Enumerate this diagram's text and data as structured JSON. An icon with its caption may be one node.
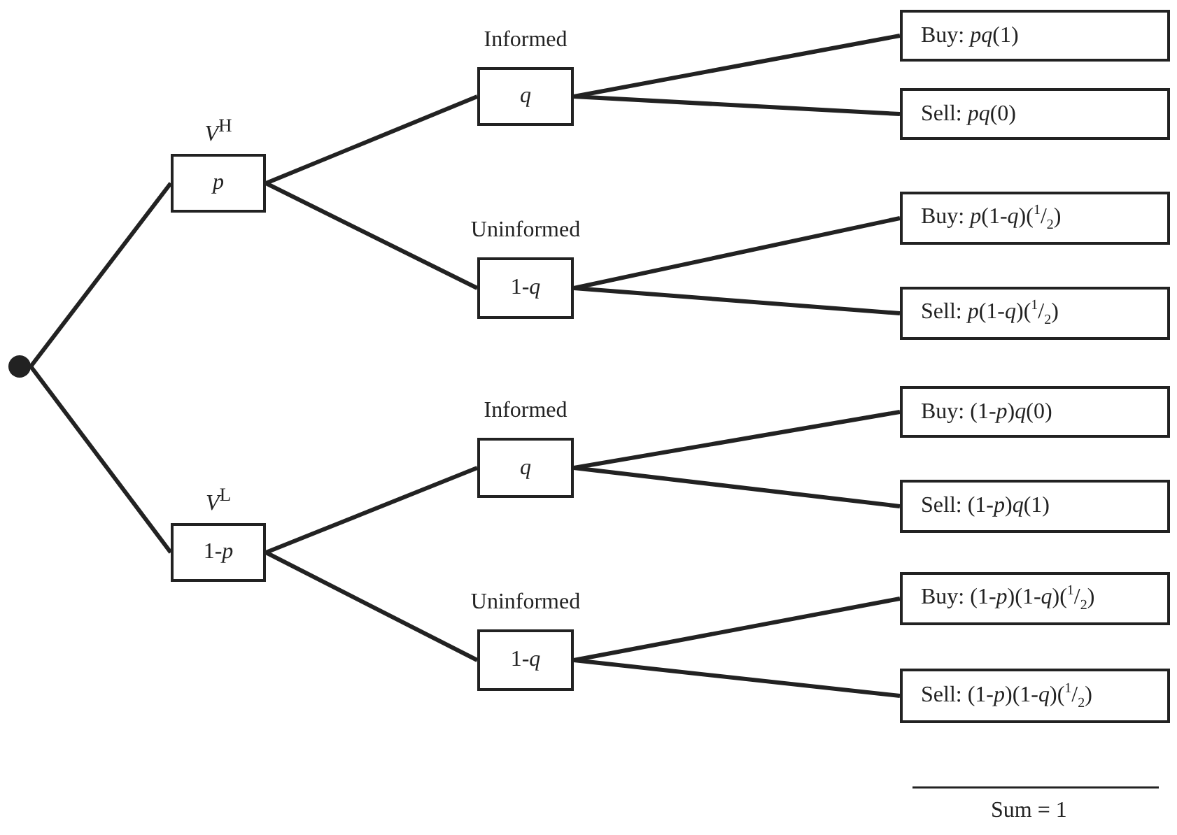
{
  "diagram": {
    "nodes": [
      {
        "text": [],
        "shape": "circle"
      },
      {
        "text": [
          "*V*$^{H}$",
          "*p*"
        ]
      },
      {
        "text": [
          "*V*$^{L}$",
          "1-*p*"
        ]
      },
      {
        "text": [
          "Informed",
          "*q*"
        ]
      },
      {
        "text": [
          "Uninformed",
          "1-*q*"
        ]
      },
      {
        "text": [
          "Informed",
          "*q*"
        ]
      },
      {
        "text": [
          "Uninformed",
          "1-*q*"
        ]
      },
      {
        "text": [
          "Buy: *pq*(1)"
        ]
      },
      {
        "text": [
          "Sell: *pq*(0)"
        ]
      },
      {
        "text": [
          "Buy: *p*(1-*q*)($^{1}$/$_{2}$)"
        ]
      },
      {
        "text": [
          "Sell: *p*(1-*q*)($^{1}$/$_{2}$)"
        ]
      },
      {
        "text": [
          "Buy: (1-*p*)*q*(0)"
        ]
      },
      {
        "text": [
          "Sell: (1-*p*)*q*(1)"
        ]
      },
      {
        "text": [
          "Buy: (1-*p*)(1-*q*)($^{1}$/$_{2}$)"
        ]
      },
      {
        "text": [
          "Sell: (1-*p*)(1-*q*)($^{1}$/$_{2}$)"
        ]
      }
    ],
    "edges": [
      {
        "from": 0,
        "to": 1,
        "arrow": "none"
      },
      {
        "from": 0,
        "to": 2,
        "arrow": "none"
      },
      {
        "from": 1,
        "to": 3,
        "arrow": "none"
      },
      {
        "from": 1,
        "to": 4,
        "arrow": "none"
      },
      {
        "from": 2,
        "to": 5,
        "arrow": "none"
      },
      {
        "from": 2,
        "to": 6,
        "arrow": "none"
      },
      {
        "from": 3,
        "to": 7,
        "arrow": "none"
      },
      {
        "from": 3,
        "to": 8,
        "arrow": "none"
      },
      {
        "from": 4,
        "to": 9,
        "arrow": "none"
      },
      {
        "from": 4,
        "to": 10,
        "arrow": "none"
      },
      {
        "from": 5,
        "to": 11,
        "arrow": "none"
      },
      {
        "from": 5,
        "to": 12,
        "arrow": "none"
      },
      {
        "from": 6,
        "to": 13,
        "arrow": "none"
      },
      {
        "from": 6,
        "to": 14,
        "arrow": "none"
      }
    ],
    "labels": [
      "Sum = 1"
    ]
  }
}
